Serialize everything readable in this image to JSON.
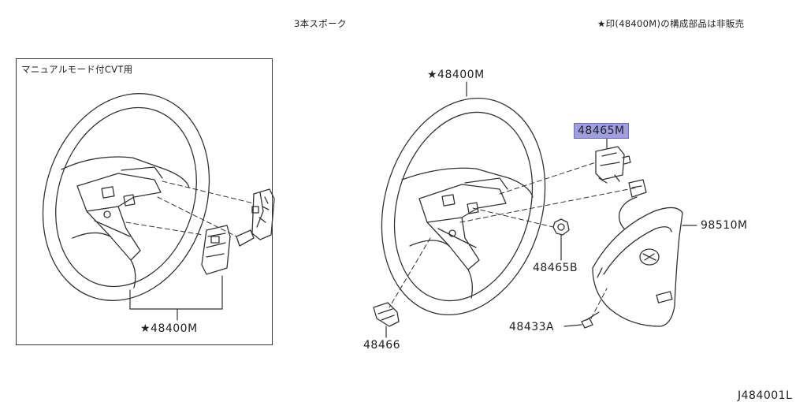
{
  "header": {
    "title": "3本スポーク",
    "note": "★印(48400M)の構成部品は非販売"
  },
  "inset": {
    "caption": "マニュアルモード付CVT用",
    "part_label": "★48400M"
  },
  "parts": {
    "steering_wheel": "★48400M",
    "bracket_highlighted": "48465M",
    "nut": "48465B",
    "airbag_module": "98510M",
    "bolt": "48433A",
    "lower_cover": "48466"
  },
  "footer": {
    "diagram_code": "J484001L"
  },
  "colors": {
    "highlight": "#9f9fe0",
    "line": "#333333"
  }
}
